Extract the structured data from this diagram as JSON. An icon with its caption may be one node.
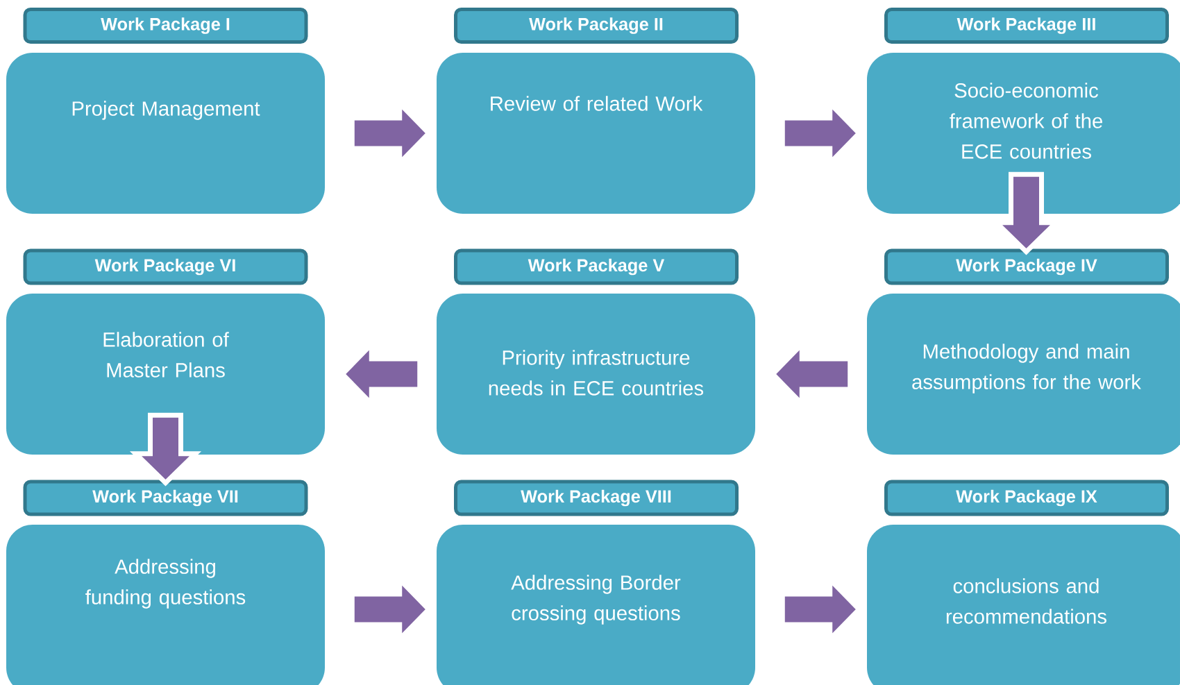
{
  "diagram": {
    "nodes": [
      {
        "text": [
          "Work Package I",
          "Project Management"
        ]
      },
      {
        "text": [
          "Work Package II",
          "Review of related Work"
        ]
      },
      {
        "text": [
          "Work Package III",
          "Socio-economic framework of the ECE countries"
        ]
      },
      {
        "text": [
          "Work Package IV",
          "Methodology and main assumptions for the work"
        ]
      },
      {
        "text": [
          "Work Package V",
          "Priority infrastructure needs in ECE countries"
        ]
      },
      {
        "text": [
          "Work Package VI",
          "Elaboration of Master Plans"
        ]
      },
      {
        "text": [
          "Work Package VII",
          "Addressing funding questions"
        ]
      },
      {
        "text": [
          "Work Package VIII",
          "Addressing Border crossing questions"
        ]
      },
      {
        "text": [
          "Work Package IX",
          "conclusions and recommendations"
        ]
      }
    ],
    "edges": [
      {
        "from": 0,
        "to": 1,
        "arrow": "to"
      },
      {
        "from": 1,
        "to": 2,
        "arrow": "to"
      },
      {
        "from": 2,
        "to": 3,
        "arrow": "to"
      },
      {
        "from": 3,
        "to": 4,
        "arrow": "to"
      },
      {
        "from": 4,
        "to": 5,
        "arrow": "to"
      },
      {
        "from": 5,
        "to": 6,
        "arrow": "to"
      },
      {
        "from": 6,
        "to": 7,
        "arrow": "to"
      },
      {
        "from": 7,
        "to": 8,
        "arrow": "to"
      }
    ]
  }
}
